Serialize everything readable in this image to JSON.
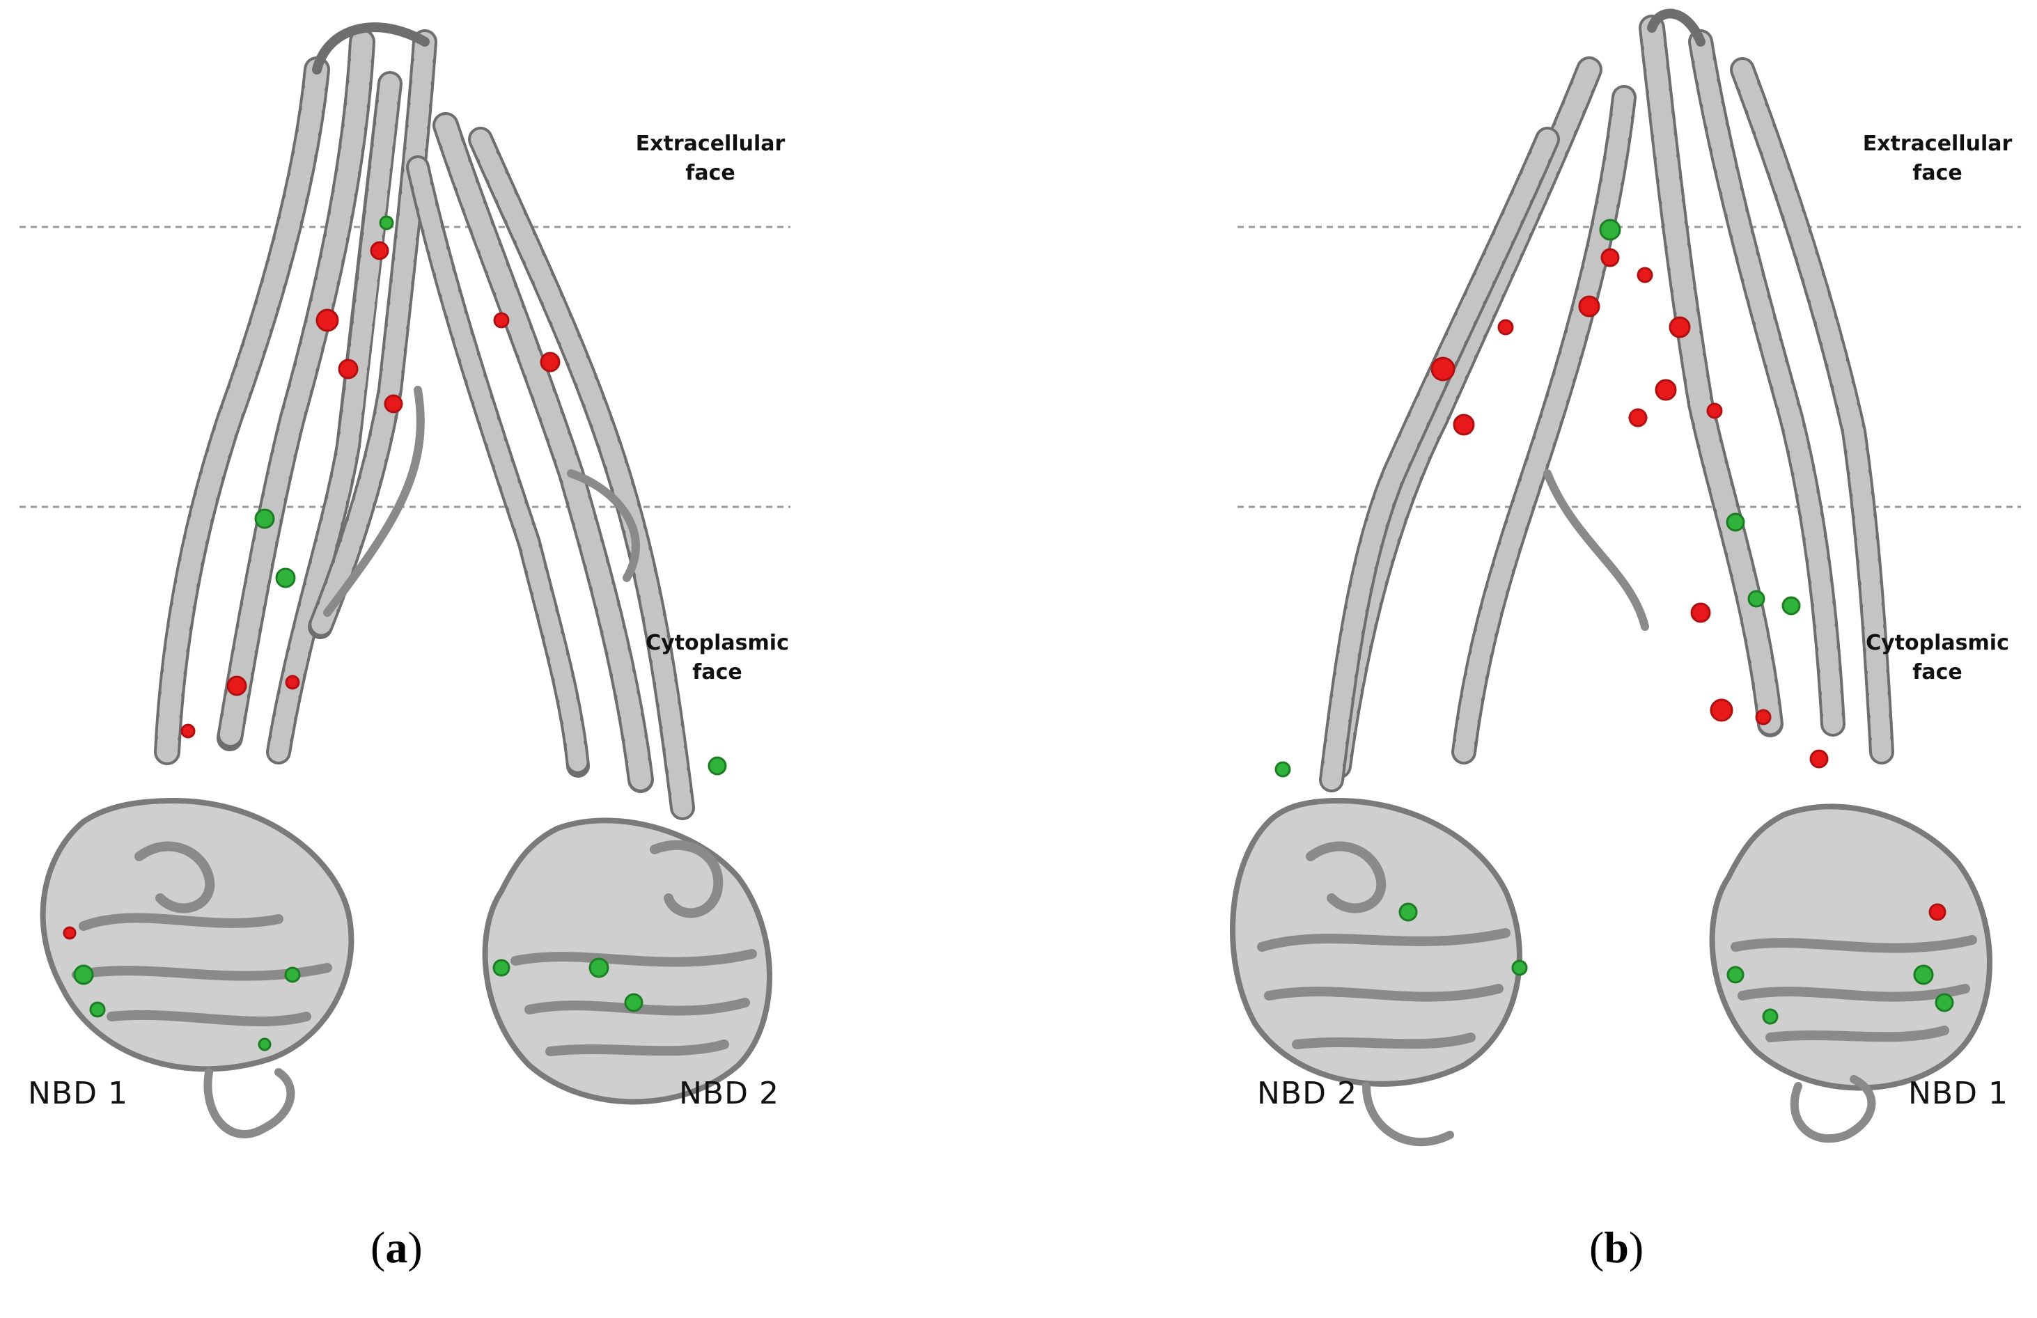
{
  "panel_a": {
    "extracellular": "Extracellular face",
    "extracellular_line1": "Extracellular",
    "extracellular_line2": "face",
    "cytoplasmic_line1": "Cytoplasmic",
    "cytoplasmic_line2": "face",
    "nbd_left": "NBD 1",
    "nbd_right": "NBD 2",
    "caption_open": "(",
    "caption_letter": "a",
    "caption_close": ")"
  },
  "panel_b": {
    "extracellular_line1": "Extracellular",
    "extracellular_line2": "face",
    "cytoplasmic_line1": "Cytoplasmic",
    "cytoplasmic_line2": "face",
    "nbd_left": "NBD 2",
    "nbd_right": "NBD 1",
    "caption_open": "(",
    "caption_letter": "b",
    "caption_close": ")"
  },
  "colors": {
    "ribbon": "#b9b9b9",
    "ribbon_edge": "#6e6e6e",
    "residue_red": "#e8191b",
    "residue_green": "#2fb33a",
    "membrane_line": "#9a9a9a"
  }
}
